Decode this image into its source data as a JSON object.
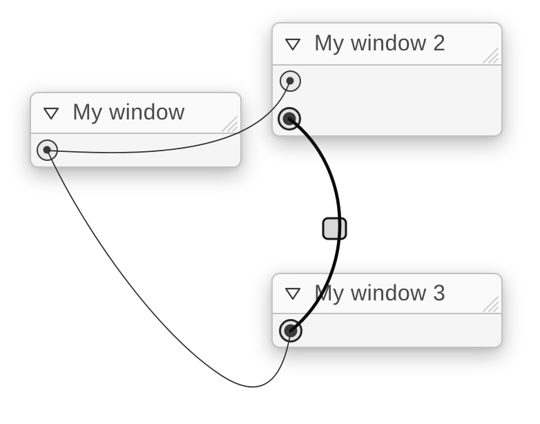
{
  "nodes": [
    {
      "title": "My window",
      "collapse_icon": "triangle-down-outline",
      "ports": [
        {
          "name": "source-port",
          "style": "plain"
        }
      ],
      "has_resize_grip": true
    },
    {
      "title": "My window 2",
      "collapse_icon": "triangle-down-outline",
      "ports": [
        {
          "name": "sink-port-1",
          "style": "plain"
        },
        {
          "name": "sink-port-2",
          "style": "bold"
        }
      ],
      "has_resize_grip": true
    },
    {
      "title": "My window 3",
      "collapse_icon": "triangle-down-outline",
      "ports": [
        {
          "name": "sink-port",
          "style": "bold"
        }
      ],
      "has_resize_grip": true
    }
  ],
  "connections": [
    {
      "from": "My window / source-port",
      "to": "My window 2 / sink-port-1",
      "stroke": "thin"
    },
    {
      "from": "My window / source-port",
      "to": "My window 3 / sink-port",
      "stroke": "thin"
    },
    {
      "from": "My window 2 / sink-port-2",
      "to": "My window 3 / sink-port",
      "stroke": "thick",
      "midpoint_handle": true
    }
  ],
  "colors": {
    "canvas_background": "#ffffff",
    "node_border": "#c2c2c2",
    "node_title_background": "#fafafa",
    "node_body_background": "#f5f5f5",
    "title_text": "#4a4a4a",
    "edge_thin": "#2f2f2f",
    "edge_thick": "#0a0a0a",
    "port_dark": "#3a3a3a",
    "handle_fill": "#d8d8d8",
    "handle_border": "#141414",
    "grip_lines": "#c9c9c9"
  }
}
